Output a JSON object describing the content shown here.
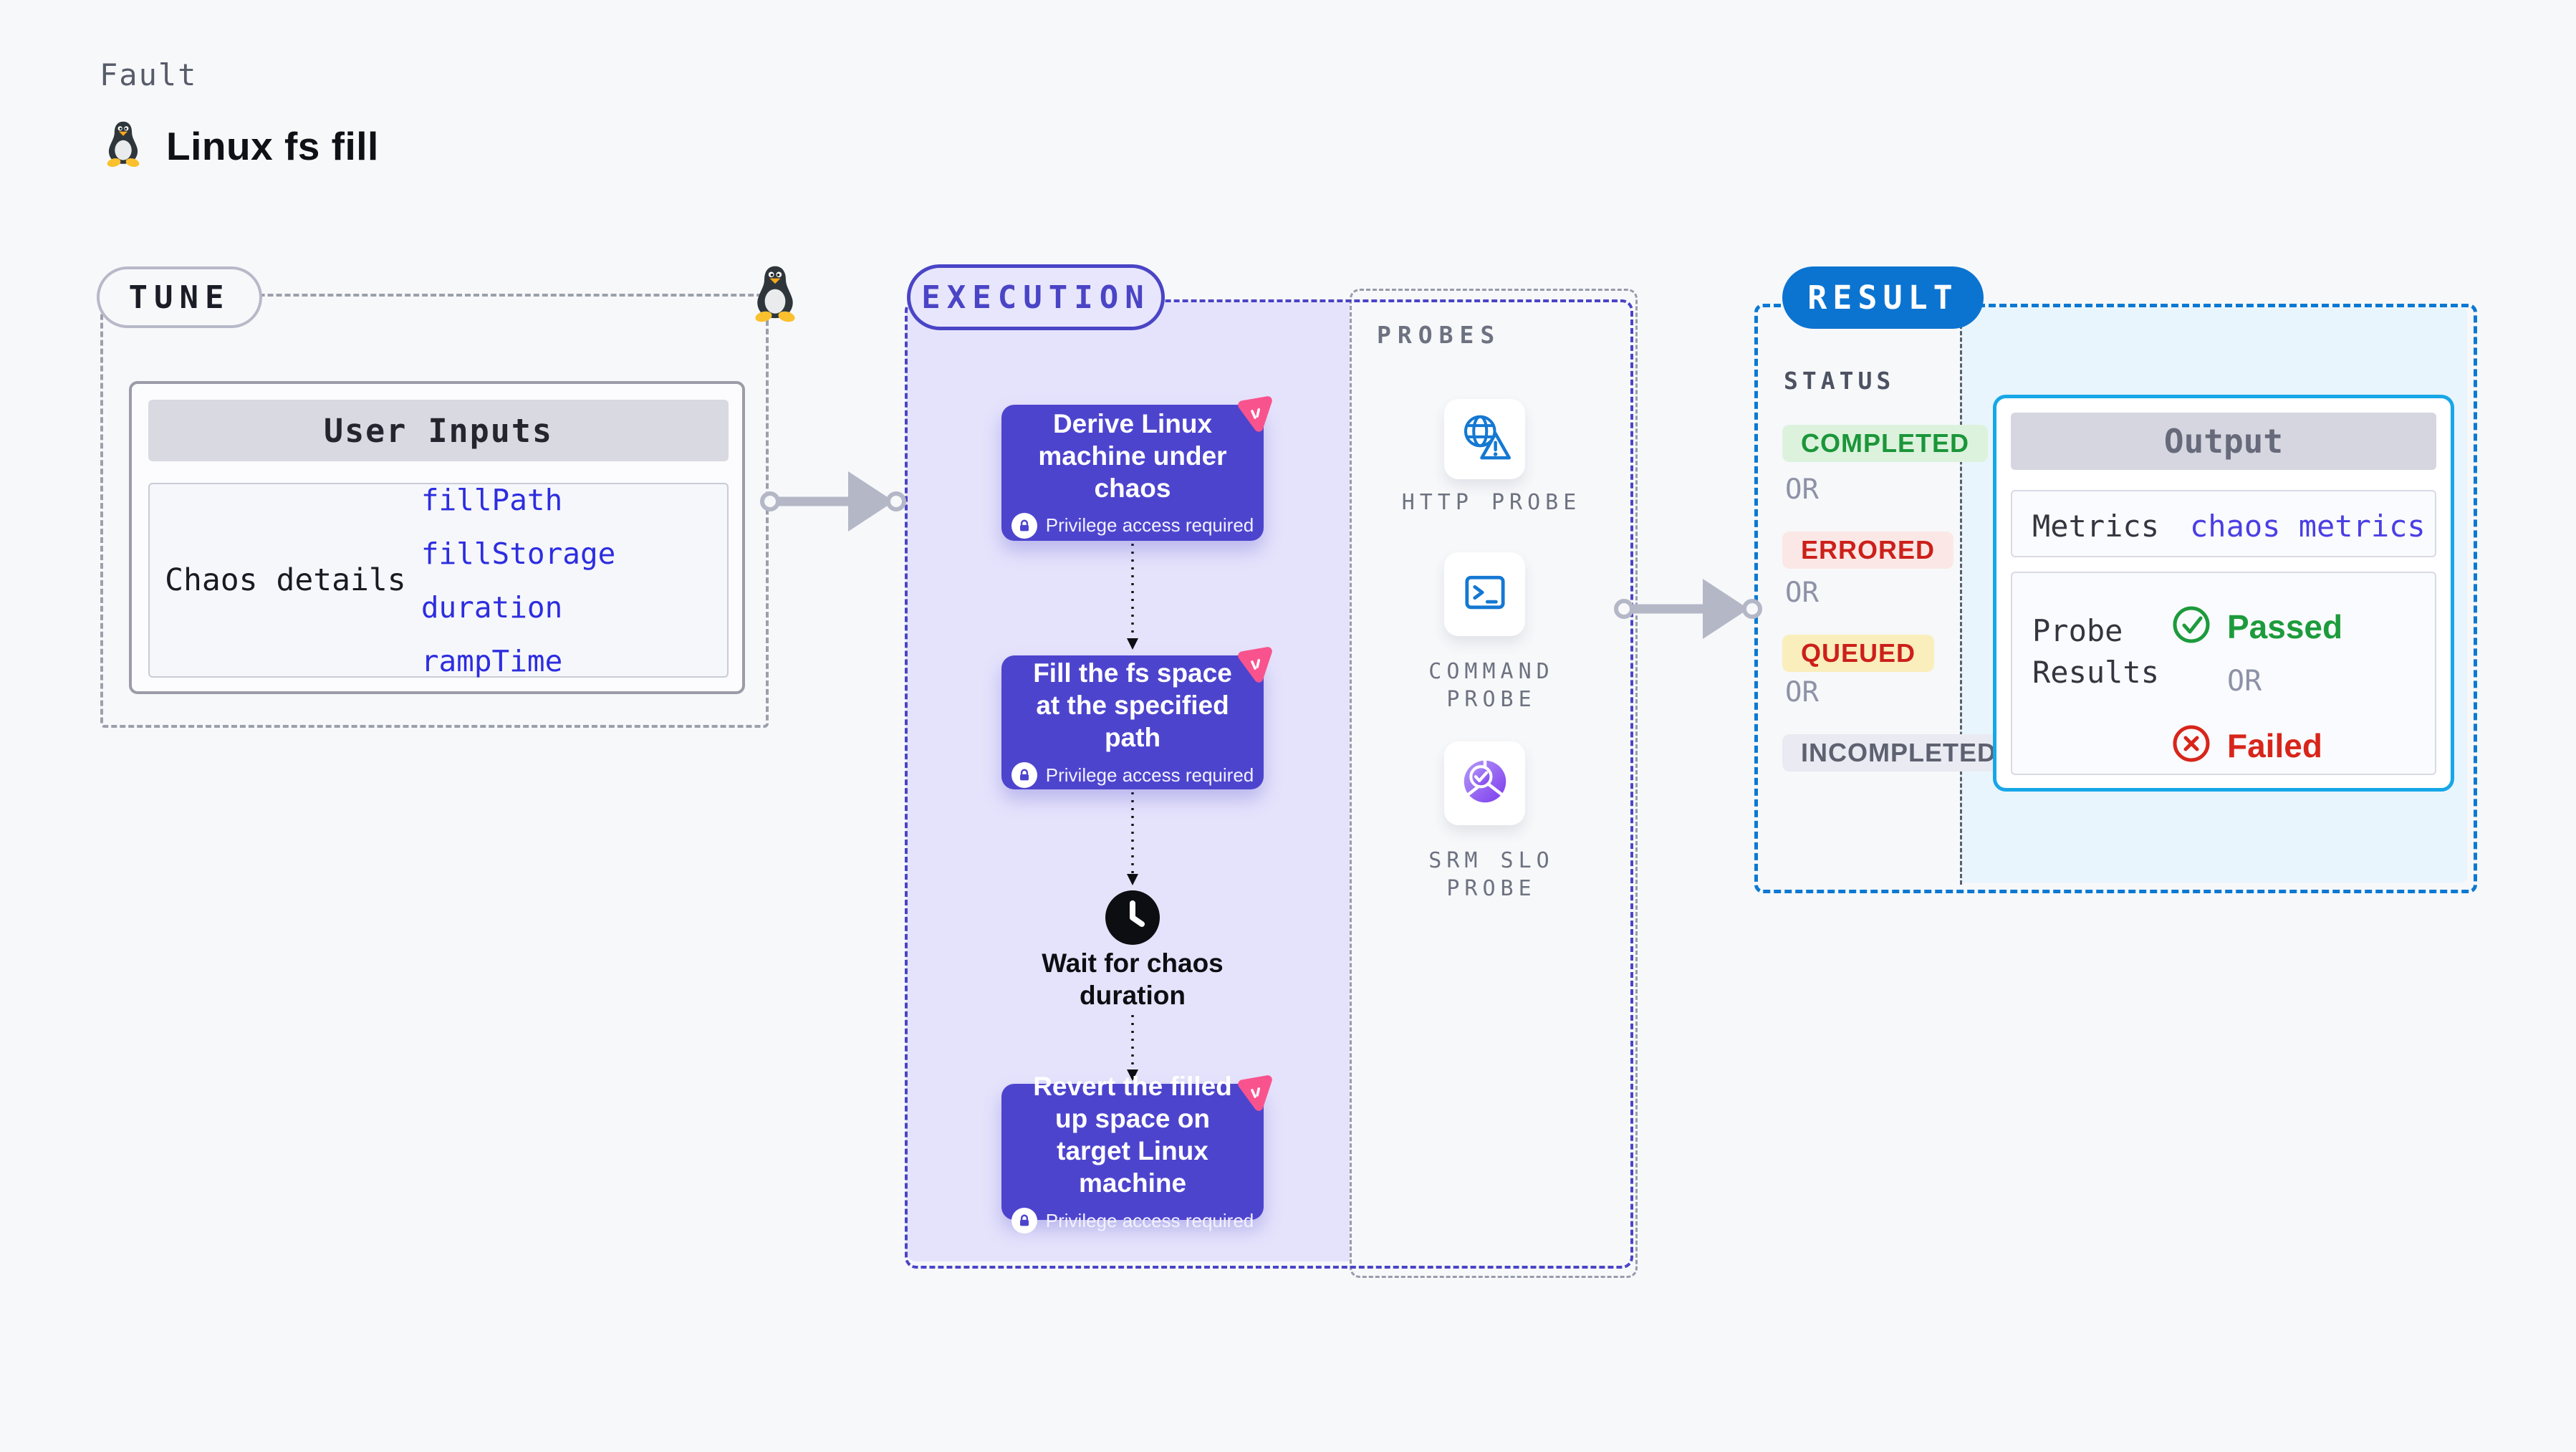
{
  "page": {
    "kicker": "Fault",
    "title": "Linux fs fill"
  },
  "tune": {
    "label": "TUNE",
    "card": {
      "header": "User Inputs",
      "row_label": "Chaos details",
      "params": [
        "fillPath",
        "fillStorage",
        "duration",
        "rampTime"
      ]
    }
  },
  "execution": {
    "label": "EXECUTION",
    "privilege_note": "Privilege access required",
    "nodes": [
      {
        "title": "Derive Linux machine under chaos"
      },
      {
        "title": "Fill the fs space at the specified path"
      },
      {
        "title": "Revert the filled up space on target Linux machine"
      }
    ],
    "wait_label": "Wait for chaos duration"
  },
  "probes": {
    "label": "PROBES",
    "items": [
      {
        "label": "HTTP PROBE"
      },
      {
        "label": "COMMAND\nPROBE"
      },
      {
        "label": "SRM SLO\nPROBE"
      }
    ]
  },
  "result": {
    "label": "RESULT",
    "status_label": "STATUS",
    "or_label": "OR",
    "statuses": [
      {
        "label": "COMPLETED",
        "fg": "#1b9639",
        "bg": "#dcf2dd"
      },
      {
        "label": "ERRORED",
        "fg": "#cc201a",
        "bg": "#fbe8e6"
      },
      {
        "label": "QUEUED",
        "fg": "#cc201a",
        "bg": "#faeebc"
      },
      {
        "label": "INCOMPLETED",
        "fg": "#5d6170",
        "bg": "#e9eaf2"
      }
    ],
    "output": {
      "header": "Output",
      "metrics_label": "Metrics",
      "metrics_value": "chaos metrics",
      "probe_results_label": "Probe Results",
      "passed_label": "Passed",
      "failed_label": "Failed"
    }
  },
  "colors": {
    "page_bg": "#f7f8fa",
    "accent_indigo": "#4a44c6",
    "node_indigo": "#4d44ce",
    "result_blue": "#0b74d1",
    "output_border": "#17a7e8",
    "probe_blue": "#1478d2",
    "srm_purple": "#7c3aed",
    "pink_badge": "#f9538d",
    "param_blue": "#2d2de0",
    "link_indigo": "#4a3fe4",
    "green": "#1d9b3c",
    "red": "#cc201a",
    "connector_gray": "#b4b7c6"
  }
}
